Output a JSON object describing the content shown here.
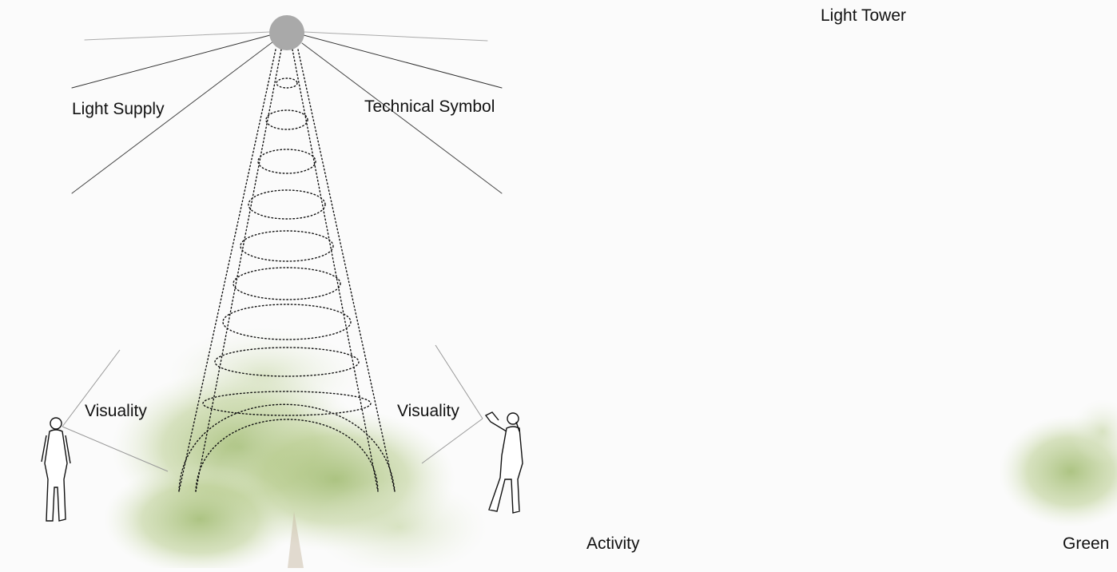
{
  "left_panel": {
    "label_light_supply": "Light Supply",
    "label_technical_symbol": "Technical Symbol",
    "label_visuality_left": "Visuality",
    "label_visuality_right": "Visuality"
  },
  "right_panel": {
    "label_light_tower": "Light Tower",
    "label_activity": "Activity",
    "label_green": "Green"
  },
  "colors": {
    "background": "#fbfbfb",
    "lamp": "#a9a9a9",
    "ink": "#111111",
    "tower_dots_faded": "#b0b0b0",
    "foliage": "#a6bf78"
  },
  "icons": [
    "lamp-icon",
    "person-standing-icon",
    "person-photographing-icon",
    "tree-icon",
    "bird-icon",
    "person-running-icon",
    "person-jumping-icon",
    "child-icon"
  ]
}
